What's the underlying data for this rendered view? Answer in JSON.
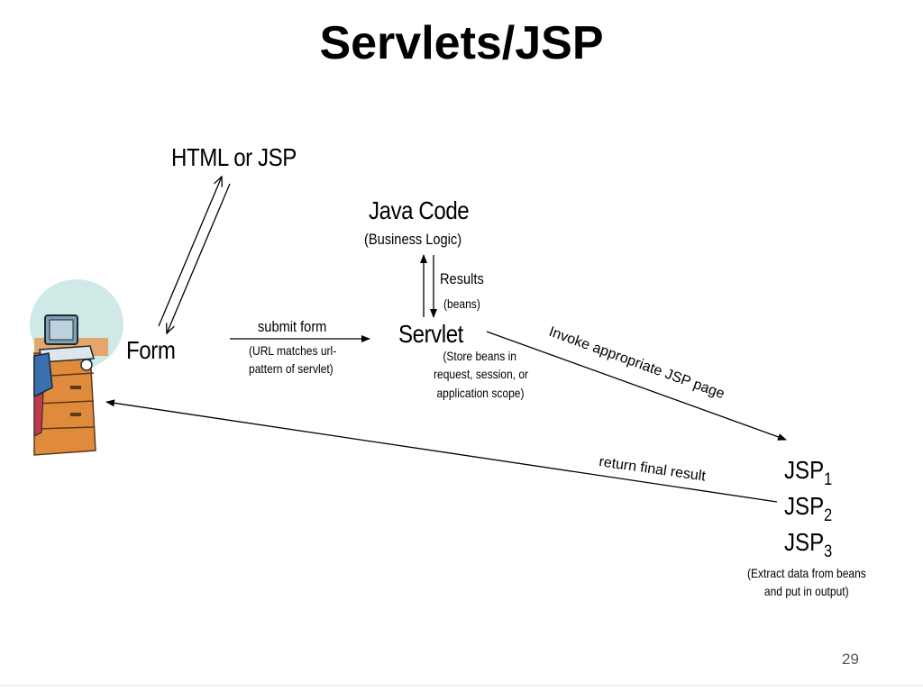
{
  "slide": {
    "title": "Servlets/JSP",
    "page_number": "29"
  },
  "nodes": {
    "html_or_jsp": "HTML or JSP",
    "java_code": "Java Code",
    "business_logic": "(Business Logic)",
    "form": "Form",
    "servlet": "Servlet",
    "jsp_base": "JSP",
    "jsp1_sub": "1",
    "jsp2_sub": "2",
    "jsp3_sub": "3"
  },
  "edges": {
    "results": "Results",
    "beans": "(beans)",
    "submit_form": "submit form",
    "url_line1": "(URL matches url-",
    "url_line2": "pattern of servlet)",
    "store_line1": "(Store beans in",
    "store_line2": "request, session, or",
    "store_line3": "application scope)",
    "invoke": "Invoke appropriate JSP page",
    "return_result": "return final result",
    "extract_line1": "(Extract data from beans",
    "extract_line2": "and put in output)"
  },
  "colors": {
    "clipart_sky": "#cfe9e6",
    "clipart_desk": "#e08a3c",
    "clipart_monitor": "#7fa0b4"
  }
}
